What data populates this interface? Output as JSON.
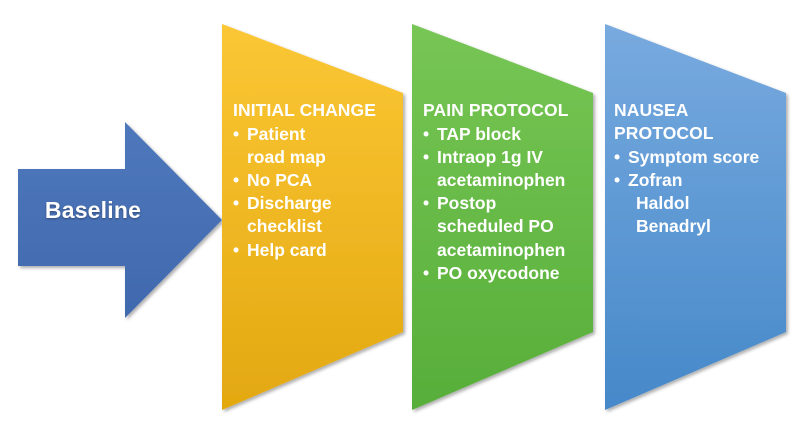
{
  "diagram": {
    "background_color": "#ffffff",
    "arrow": {
      "label": "Baseline",
      "color": "#4A72B8",
      "icon": "right-arrow-shape"
    },
    "panels": [
      {
        "id": "initial-change",
        "title": "INITIAL CHANGE",
        "color_top": "#FBC735",
        "color_bottom": "#E8AF18",
        "bullet_char": "•",
        "items": [
          {
            "text": "Patient\nroad map",
            "bulleted": true
          },
          {
            "text": "No PCA",
            "bulleted": true
          },
          {
            "text": "Discharge\nchecklist",
            "bulleted": true
          },
          {
            "text": "Help card",
            "bulleted": true
          }
        ]
      },
      {
        "id": "pain-protocol",
        "title": "PAIN PROTOCOL",
        "color_top": "#76C553",
        "color_bottom": "#5DB33F",
        "bullet_char": "•",
        "items": [
          {
            "text": "TAP block",
            "bulleted": true
          },
          {
            "text": "Intraop 1g IV\nacetaminophen",
            "bulleted": true
          },
          {
            "text": "Postop\nscheduled PO\nacetaminophen",
            "bulleted": true
          },
          {
            "text": "PO oxycodone",
            "bulleted": true
          }
        ]
      },
      {
        "id": "nausea-protocol",
        "title": "NAUSEA\nPROTOCOL",
        "color_top": "#74A7DD",
        "color_bottom": "#4D90CE",
        "bullet_char": "•",
        "items": [
          {
            "text": "Symptom score",
            "bulleted": true
          },
          {
            "text": "Zofran",
            "bulleted": true
          },
          {
            "text": "Haldol",
            "bulleted": false
          },
          {
            "text": "Benadryl",
            "bulleted": false
          }
        ]
      }
    ]
  }
}
